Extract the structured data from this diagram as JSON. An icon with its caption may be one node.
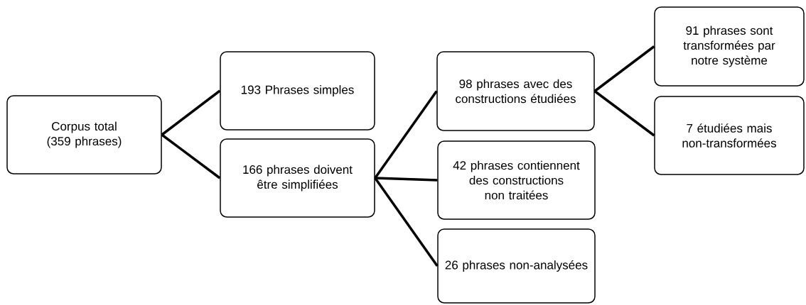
{
  "diagram": {
    "nodes": [
      {
        "text": [
          "Corpus total (359 phrases)"
        ]
      },
      {
        "text": [
          "193 Phrases simples"
        ]
      },
      {
        "text": [
          "166 phrases doivent être simplifiées"
        ]
      },
      {
        "text": [
          "98 phrases avec des constructions étudiées"
        ]
      },
      {
        "text": [
          "42 phrases contiennent des constructions non traitées"
        ]
      },
      {
        "text": [
          "26 phrases non-analysées"
        ]
      },
      {
        "text": [
          "91 phrases sont transformées par notre système"
        ]
      },
      {
        "text": [
          "7 étudiées mais non-transformées"
        ]
      }
    ],
    "edges": [
      {
        "from": 0,
        "to": 1,
        "arrow": "none"
      },
      {
        "from": 0,
        "to": 2,
        "arrow": "none"
      },
      {
        "from": 2,
        "to": 3,
        "arrow": "none"
      },
      {
        "from": 2,
        "to": 4,
        "arrow": "none"
      },
      {
        "from": 2,
        "to": 5,
        "arrow": "none"
      },
      {
        "from": 3,
        "to": 6,
        "arrow": "none"
      },
      {
        "from": 3,
        "to": 7,
        "arrow": "none"
      }
    ]
  }
}
